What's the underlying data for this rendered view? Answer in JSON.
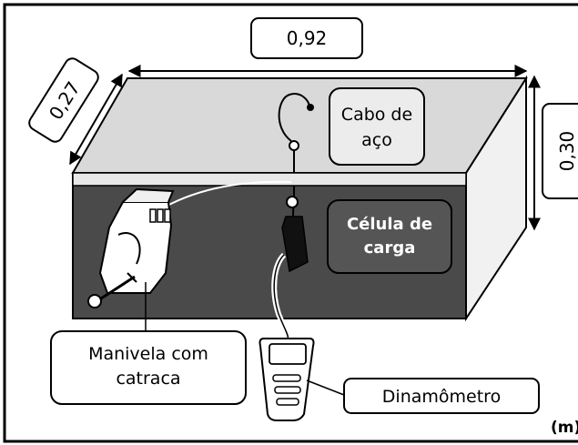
{
  "dimensions": {
    "length": "0,92",
    "depth": "0,27",
    "height": "0,30",
    "unit": "(m)"
  },
  "labels": {
    "steel_cable": [
      "Cabo de",
      "aço"
    ],
    "load_cell": [
      "Célula de",
      "carga"
    ],
    "crank": [
      "Manivela com",
      "catraca"
    ],
    "dynamometer": "Dinamômetro"
  }
}
